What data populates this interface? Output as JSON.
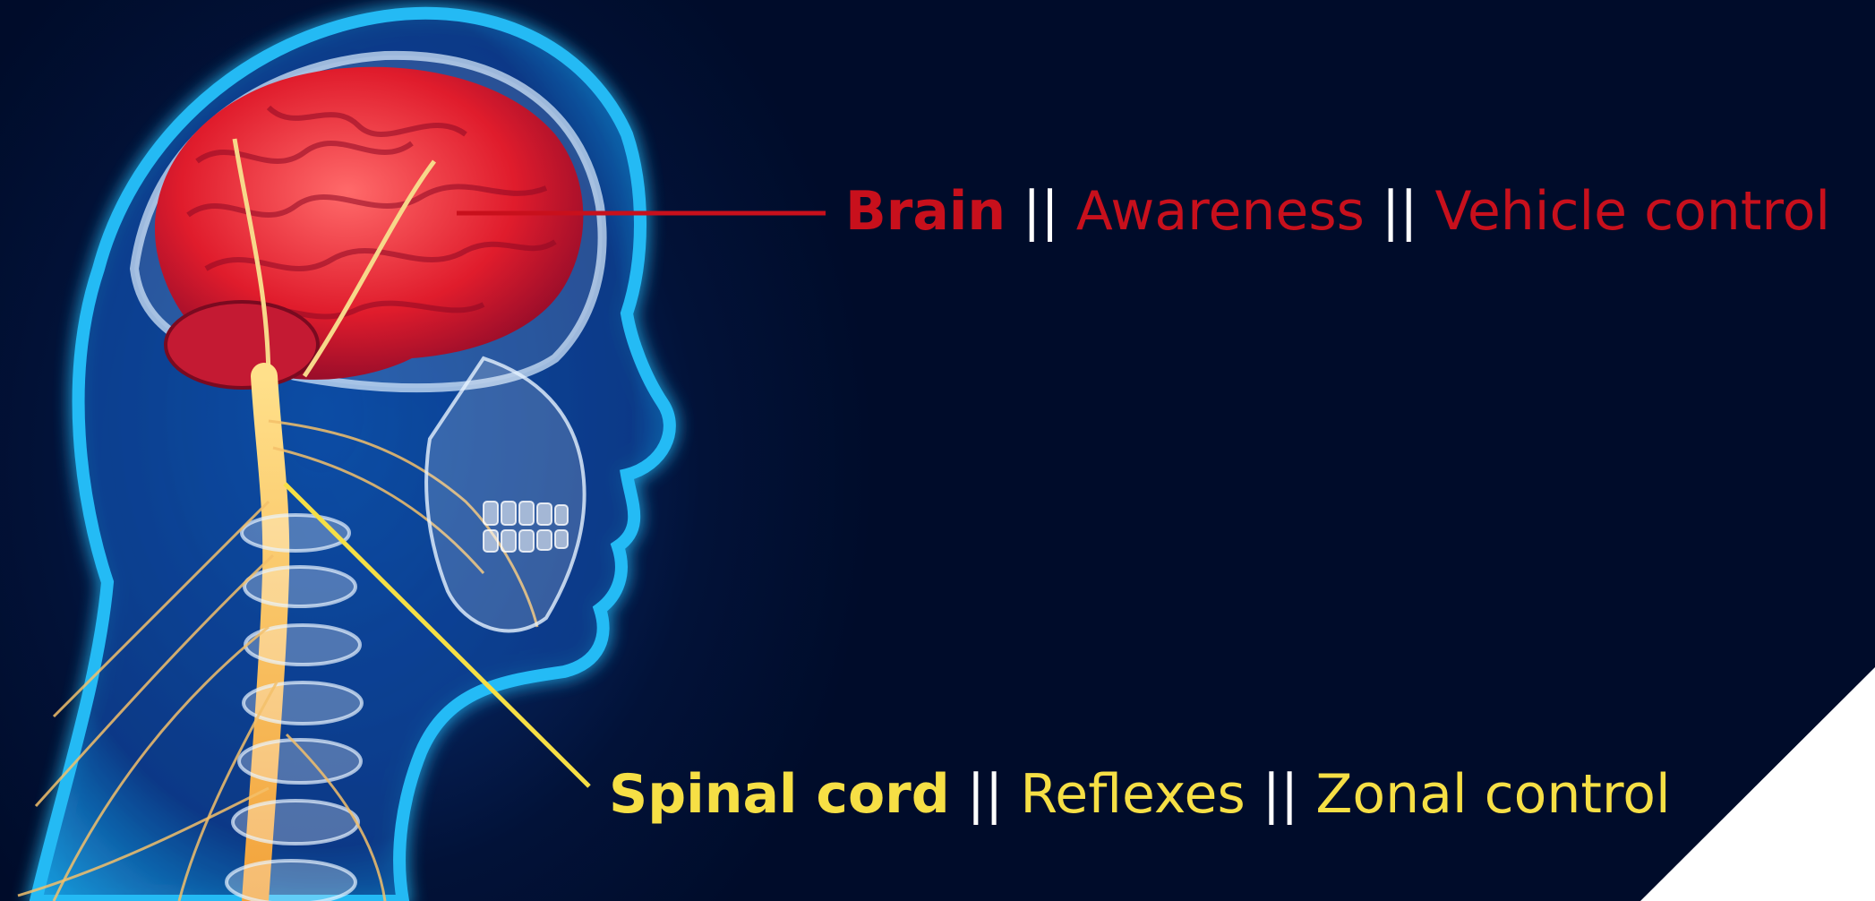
{
  "brain_label": {
    "title": "Brain",
    "separator_1": "||",
    "item_1": "Awareness",
    "separator_2": "||",
    "item_2": "Vehicle control",
    "color": "#c8101c"
  },
  "spinal_label": {
    "title": "Spinal cord",
    "separator_1": "||",
    "item_1": "Reflexes",
    "separator_2": "||",
    "item_2": "Zonal control",
    "color": "#f6df45"
  },
  "colors": {
    "background": "#000c2a",
    "separator": "#ffffff",
    "corner": "#ffffff"
  }
}
